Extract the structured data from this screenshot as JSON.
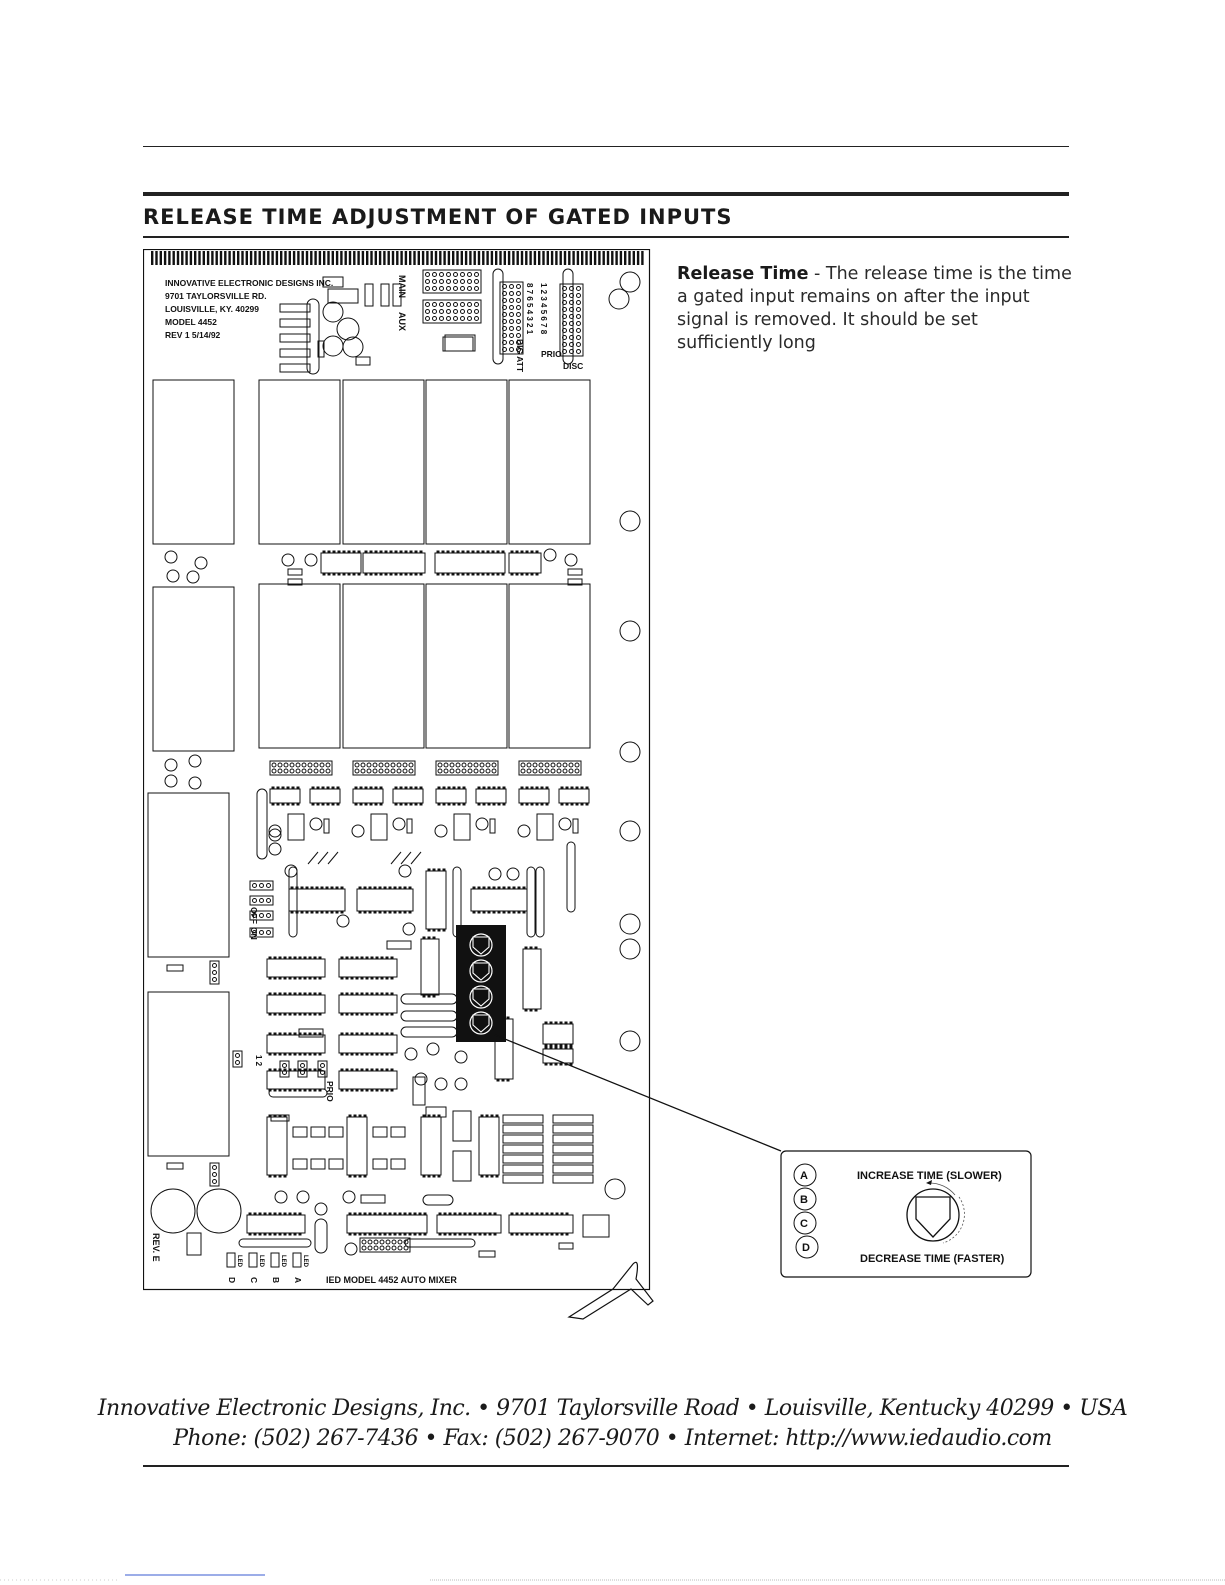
{
  "section": {
    "title": "RELEASE TIME ADJUSTMENT OF GATED INPUTS"
  },
  "paragraph": {
    "term": "Release Time",
    "text": " - The release time is the time a gated input remains on after the input signal is removed. It should be set sufficiently long"
  },
  "board": {
    "maker_lines": [
      "INNOVATIVE ELECTRONIC DESIGNS INC.",
      "9701 TAYLORSVILLE RD.",
      "LOUISVILLE, KY. 40299",
      "MODEL 4452",
      "REV 1 5/14/92"
    ],
    "labels": {
      "main": "MAIN",
      "aux": "AUX",
      "dig_att": "DIG ATT",
      "prio_top": "PRIO",
      "disc": "DISC",
      "on": "ON",
      "off": "OFF",
      "prio_mid": "PRIO",
      "rev": "REV. E",
      "model": "IED   MODEL   4452   AUTO   MIXER",
      "one_two": "1  2"
    },
    "led_letters": [
      "D",
      "C",
      "B",
      "A"
    ],
    "led_tags": [
      "LED",
      "LED",
      "LED",
      "LED"
    ],
    "top_digits": "1 2 3 4 5 6 7 8",
    "top_digits_rev": "8 7 6 5 4 3 2 1"
  },
  "callout": {
    "increase": "INCREASE TIME (SLOWER)",
    "decrease": "DECREASE TIME (FASTER)",
    "pots": [
      "A",
      "B",
      "C",
      "D"
    ]
  },
  "footer": {
    "line1": "Innovative Electronic Designs, Inc. • 9701 Taylorsville Road  • Louisville, Kentucky   40299 • USA",
    "line2": "Phone: (502) 267-7436  • Fax:  (502) 267-9070 •  Internet:  http://www.iedaudio.com"
  }
}
